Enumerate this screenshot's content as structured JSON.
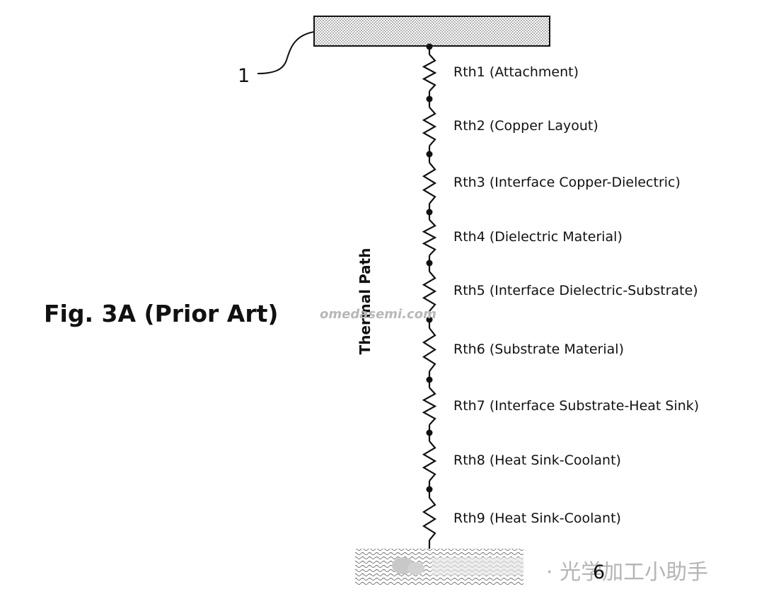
{
  "figure": {
    "title": "Fig. 3A (Prior Art)",
    "path_label": "Thermal Path",
    "ref_top": "1",
    "ref_bottom": "6"
  },
  "resistors": [
    {
      "label": "Rth1 (Attachment)"
    },
    {
      "label": "Rth2 (Copper Layout)"
    },
    {
      "label": "Rth3 (Interface Copper-Dielectric)"
    },
    {
      "label": "Rth4 (Dielectric Material)"
    },
    {
      "label": "Rth5 (Interface Dielectric-Substrate)"
    },
    {
      "label": "Rth6 (Substrate Material)"
    },
    {
      "label": "Rth7 (Interface Substrate-Heat Sink)"
    },
    {
      "label": "Rth8 (Heat Sink-Coolant)"
    },
    {
      "label": "Rth9 (Heat Sink-Coolant)"
    }
  ],
  "watermarks": {
    "url": "omedasemi.com",
    "wechat": "· 光学加工小助手"
  },
  "colors": {
    "line": "#111111",
    "dots": "#dddddd",
    "watermark": "#b5b5b5"
  }
}
